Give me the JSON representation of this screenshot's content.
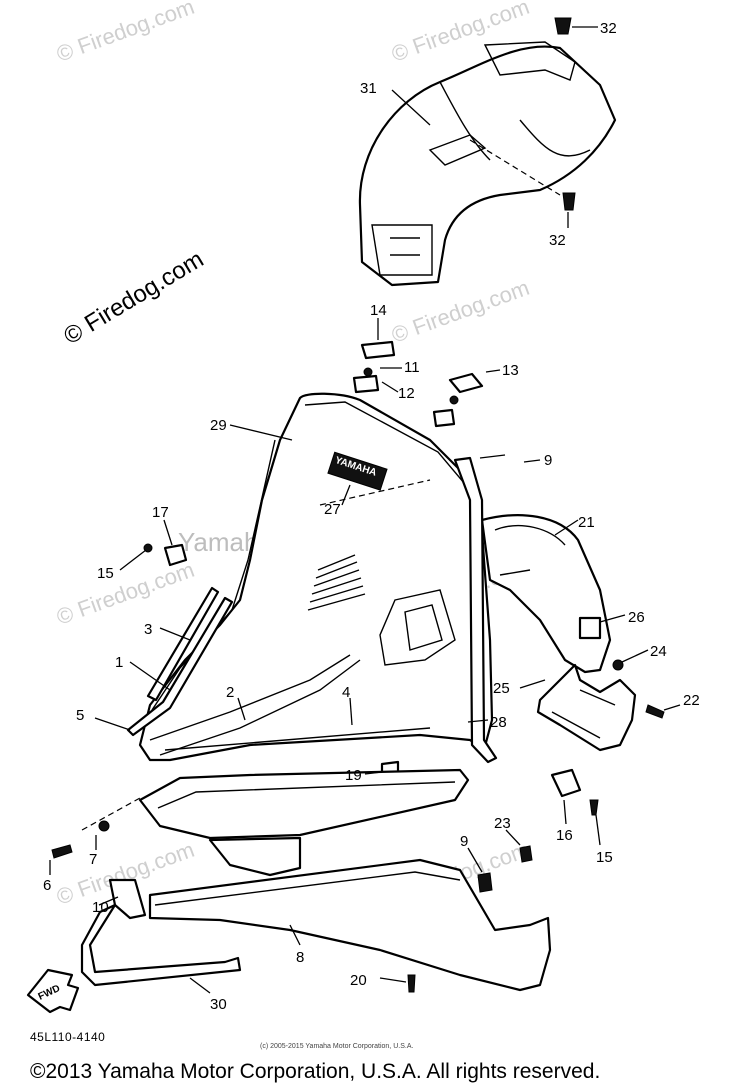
{
  "watermarks": {
    "site": "© Firedog.com",
    "center": "Yamaha Motor Corporation, U.S.A."
  },
  "callouts": {
    "c32a": "32",
    "c31": "31",
    "c32b": "32",
    "c14": "14",
    "c11": "11",
    "c12": "12",
    "c13": "13",
    "c29": "29",
    "c9a": "9",
    "c27": "27",
    "c17": "17",
    "c21": "21",
    "c15a": "15",
    "c3": "3",
    "c26": "26",
    "c24": "24",
    "c1": "1",
    "c25": "25",
    "c22": "22",
    "c2": "2",
    "c4": "4",
    "c28": "28",
    "c5": "5",
    "c19": "19",
    "c23": "23",
    "c16": "16",
    "c15b": "15",
    "c7": "7",
    "c6": "6",
    "c9b": "9",
    "c10": "10",
    "c8": "8",
    "c20": "20",
    "c30": "30"
  },
  "logo_text": "YAMAHA",
  "fwd_label": "FWD",
  "diagram_code": "45L110-4140",
  "small_copyright": "(c) 2005-2015 Yamaha Motor Corporation, U.S.A.",
  "copyright": "©2013 Yamaha Motor Corporation, U.S.A. All rights reserved."
}
